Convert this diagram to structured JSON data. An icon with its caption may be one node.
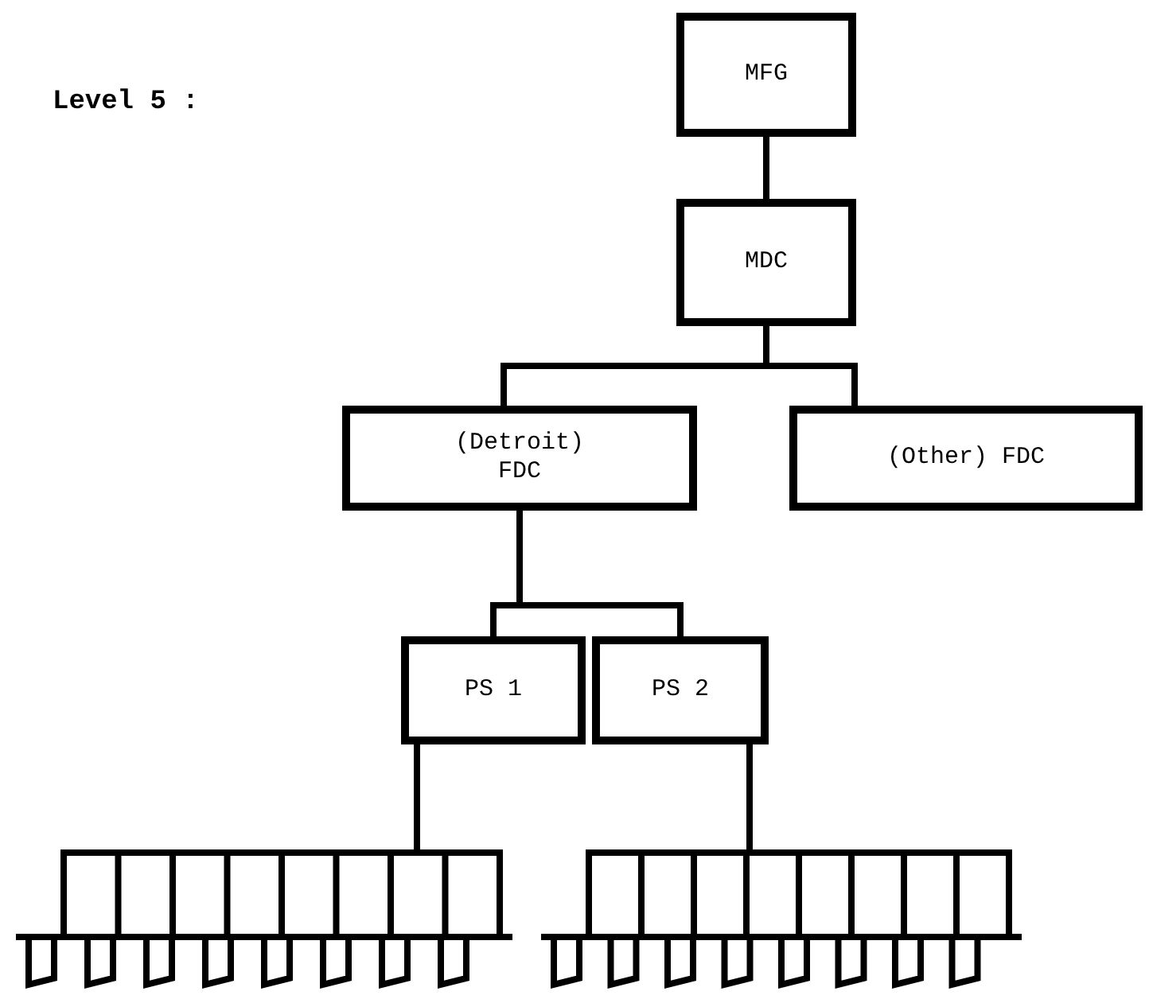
{
  "diagram": {
    "nodes": [
      {
        "text": [
          "MFG"
        ]
      },
      {
        "text": [
          "MDC"
        ]
      },
      {
        "text": [
          "(Detroit) FDC"
        ]
      },
      {
        "text": [
          "(Other) FDC"
        ]
      },
      {
        "text": [
          "PS 1"
        ]
      },
      {
        "text": [
          "PS 2"
        ]
      },
      {
        "text": [],
        "shape": "bar"
      },
      {
        "text": [],
        "shape": "bar"
      }
    ],
    "edges": [
      {
        "from": 0,
        "to": 1,
        "arrow": "none"
      },
      {
        "from": 1,
        "to": 2,
        "arrow": "none"
      },
      {
        "from": 1,
        "to": 3,
        "arrow": "none"
      },
      {
        "from": 2,
        "to": 4,
        "arrow": "none"
      },
      {
        "from": 2,
        "to": 5,
        "arrow": "none"
      },
      {
        "from": 4,
        "to": 6,
        "arrow": "none"
      },
      {
        "from": 5,
        "to": 7,
        "arrow": "none"
      }
    ],
    "labels": [
      "Level 5 :"
    ]
  }
}
